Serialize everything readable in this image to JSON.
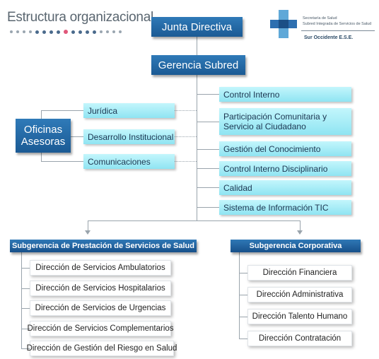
{
  "title": "Estructura organizacional",
  "logo": {
    "line1": "Secretaría de Salud",
    "line2": "Subred Integrada de Servicios de Salud",
    "line3": "Sur Occidente E.S.E."
  },
  "junta": "Junta Directiva",
  "gerencia": "Gerencia Subred",
  "oficinas": {
    "line1": "Oficinas",
    "line2": "Asesoras"
  },
  "asesoras": [
    "Jurídica",
    "Desarrollo Institucional",
    "Comunicaciones"
  ],
  "control": {
    "c0": "Control Interno",
    "c1a": "Participación Comunitaria y",
    "c1b": "Servicio al Ciudadano",
    "c2": "Gestión del Conocimiento",
    "c3": "Control Interno Disciplinario",
    "c4": "Calidad",
    "c5": "Sistema de Información TIC"
  },
  "subgerencia_salud": {
    "title": "Subgerencia de Prestación de Servicios de Salud",
    "items": [
      "Dirección de Servicios Ambulatorios",
      "Dirección de Servicios  Hospitalarios",
      "Dirección  de Servicios de Urgencias",
      "Dirección de Servicios Complementarios",
      "Dirección de Gestión del Riesgo en Salud"
    ]
  },
  "subgerencia_corp": {
    "title": "Subgerencia Corporativa",
    "items": [
      "Dirección Financiera",
      "Dirección Administrativa",
      "Dirección Talento Humano",
      "Dirección Contratación"
    ]
  },
  "colors": {
    "navy": "#1b5a94",
    "cyan": "#a9eef7",
    "accent_dot": "#e0577a"
  }
}
